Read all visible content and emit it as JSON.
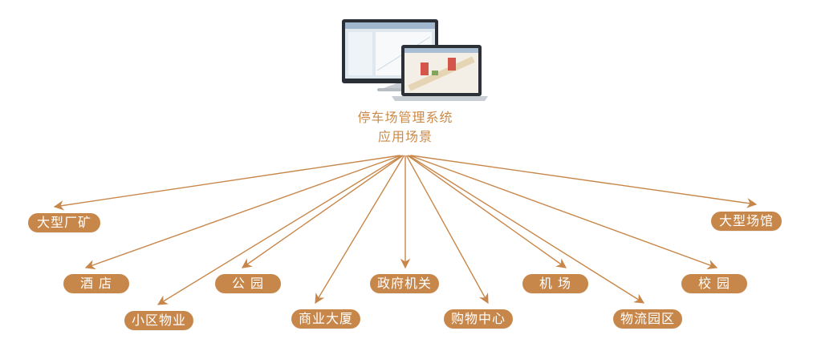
{
  "hub": {
    "title_line1": "停车场管理系统",
    "title_line2": "应用场景"
  },
  "scenarios": [
    {
      "id": "factory",
      "label": "大型厂矿"
    },
    {
      "id": "hotel",
      "label": "酒 店"
    },
    {
      "id": "residential",
      "label": "小区物业"
    },
    {
      "id": "park",
      "label": "公 园"
    },
    {
      "id": "commercial",
      "label": "商业大厦"
    },
    {
      "id": "government",
      "label": "政府机关"
    },
    {
      "id": "shopping",
      "label": "购物中心"
    },
    {
      "id": "airport",
      "label": "机 场"
    },
    {
      "id": "logistics",
      "label": "物流园区"
    },
    {
      "id": "campus",
      "label": "校 园"
    },
    {
      "id": "stadium",
      "label": "大型场馆"
    }
  ],
  "colors": {
    "node_fill": "#c8874a",
    "arrow": "#c8874a",
    "title_text": "#c98a4b"
  },
  "icons": [
    "desktop-monitor-icon",
    "laptop-icon"
  ]
}
